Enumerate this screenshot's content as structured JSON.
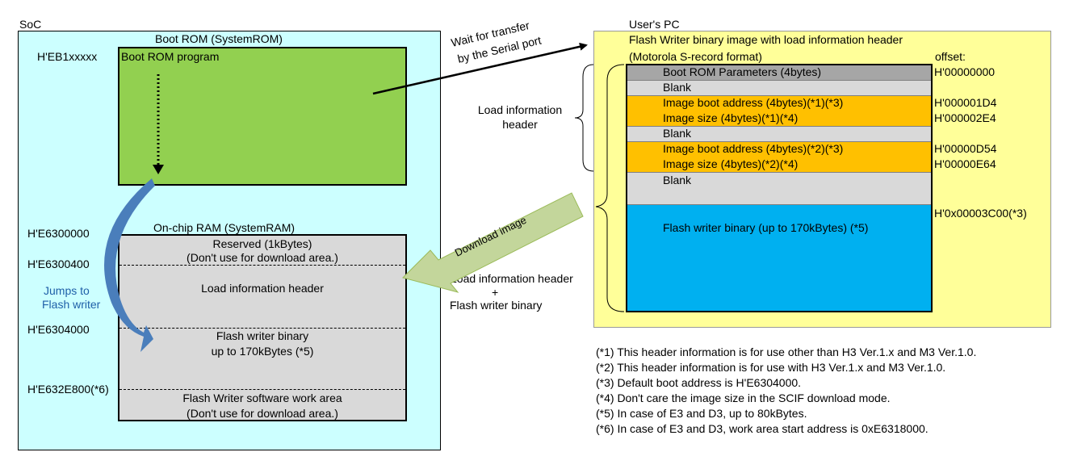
{
  "soc": {
    "label": "SoC",
    "boot_rom": {
      "title": "Boot ROM (SystemROM)",
      "address": "H'EB1xxxxx",
      "program_label": "Boot ROM program"
    },
    "jump_label_1": "Jumps to",
    "jump_label_2": "Flash writer",
    "ram": {
      "title": "On-chip RAM (SystemRAM)",
      "addresses": [
        "H'E6300000",
        "H'E6300400",
        "H'E6304000",
        "H'E632E800(*6)"
      ],
      "reserved_1": "Reserved (1kBytes)",
      "reserved_2": "(Don't use for download area.)",
      "load_info": "Load information header",
      "binary_1": "Flash writer binary",
      "binary_2": "up to 170kBytes (*5)",
      "work_1": "Flash Writer software work area",
      "work_2": "(Don't use for download area.)"
    }
  },
  "transfer": {
    "wait_1": "Wait for transfer",
    "wait_2": "by the Serial port",
    "download": "Download image",
    "payload_1": "Load information header",
    "payload_plus": "+",
    "payload_2": "Flash writer binary"
  },
  "pc": {
    "label": "User's PC",
    "title_1": "Flash Writer binary image with load information header",
    "title_2": "(Motorola S-record format)",
    "offset_label": "offset:",
    "header_label_1": "Load information",
    "header_label_2": "header",
    "rows": [
      {
        "text": "Boot ROM Parameters (4bytes)",
        "offset": "H'00000000"
      },
      {
        "text": "Blank",
        "offset": ""
      },
      {
        "text": "Image boot address (4bytes)(*1)(*3)",
        "offset": "H'000001D4"
      },
      {
        "text": "Image size (4bytes)(*1)(*4)",
        "offset": "H'000002E4"
      },
      {
        "text": "Blank",
        "offset": ""
      },
      {
        "text": "Image boot address (4bytes)(*2)(*3)",
        "offset": "H'00000D54"
      },
      {
        "text": "Image size (4bytes)(*2)(*4)",
        "offset": "H'00000E64"
      },
      {
        "text": "Blank",
        "offset": ""
      },
      {
        "text": "Flash writer binary (up to 170kBytes) (*5)",
        "offset": "H'0x00003C00(*3)"
      }
    ]
  },
  "notes": [
    "(*1) This header information is for use other than H3 Ver.1.x and M3 Ver.1.0.",
    "(*2) This header information is for use with H3 Ver.1.x and M3 Ver.1.0.",
    "(*3) Default boot address is H'E6304000.",
    "(*4) Don't care the image size in the SCIF download mode.",
    "(*5) In case of E3 and D3, up to 80kBytes.",
    "(*6) In case of E3 and D3, work area start address is 0xE6318000."
  ],
  "colors": {
    "soc_bg": "#ccffff",
    "boot_rom_bg": "#92d050",
    "ram_bg": "#d9d9d9",
    "pc_bg": "#ffff99",
    "param_row": "#a6a6a6",
    "blank_row": "#d9d9d9",
    "address_row": "#ffc000",
    "binary_row": "#00b0f0",
    "jump_arrow": "#4a7ebb",
    "download_arrow": "#c3d69b"
  }
}
